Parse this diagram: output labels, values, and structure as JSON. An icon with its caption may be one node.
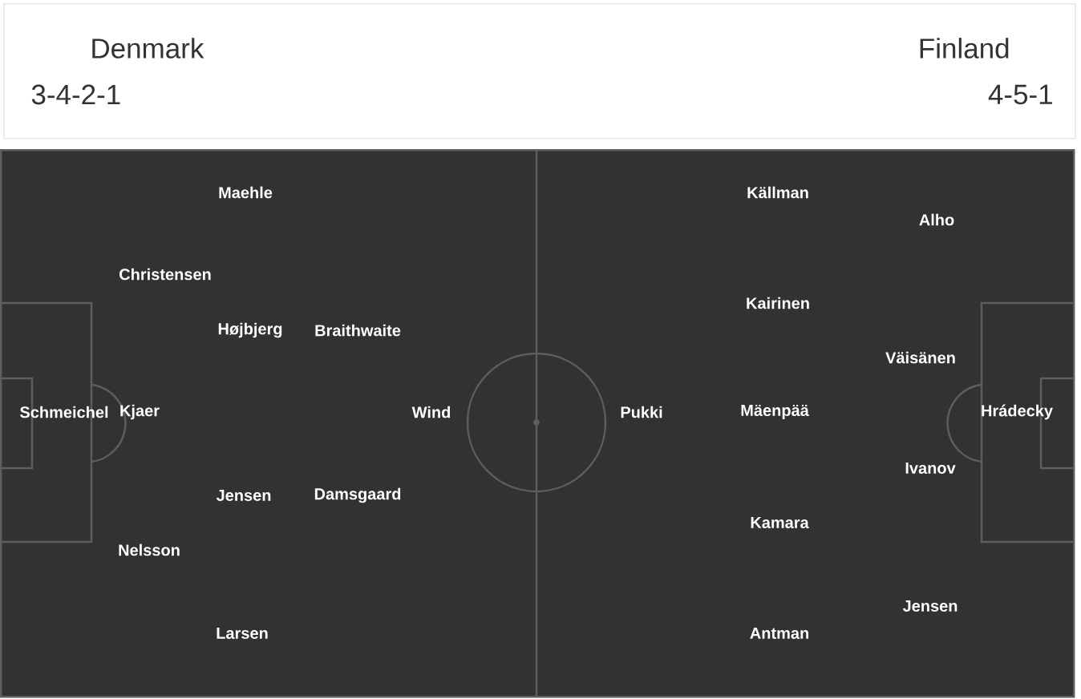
{
  "diagram": {
    "nodes": [
      {
        "text": [
          "Denmark",
          "Finland",
          "3-4-2-1",
          "4-5-1"
        ]
      },
      {
        "text": [
          "Maehle",
          "Källman",
          "Alho",
          "Christensen",
          "Kairinen",
          "Højbjerg",
          "Braithwaite",
          "Väisänen",
          "Schmeichel",
          "Kjaer",
          "Wind",
          "Pukki",
          "Mäenpää",
          "Hrádecky",
          "Ivanov",
          "Jensen",
          "Damsgaard",
          "Kamara",
          "Nelsson",
          "Jensen",
          "Larsen",
          "Antman"
        ]
      }
    ]
  }
}
